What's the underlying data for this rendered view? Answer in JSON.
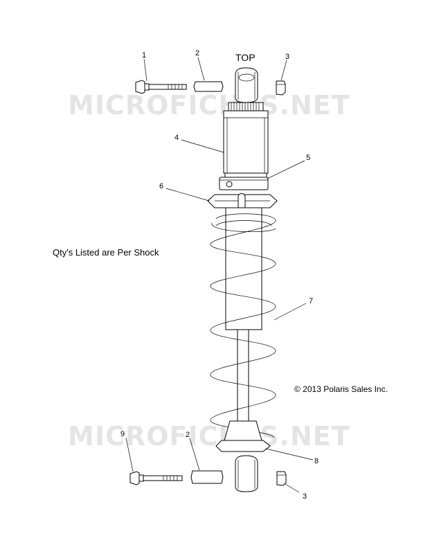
{
  "header": {
    "orientation_label": "TOP"
  },
  "note": "Qty's Listed are Per Shock",
  "copyright": "© 2013 Polaris Sales Inc.",
  "watermark": "MICROFICHES.NET",
  "callouts": {
    "c1": "1",
    "c2a": "2",
    "c3a": "3",
    "c4": "4",
    "c5": "5",
    "c6": "6",
    "c7": "7",
    "c8": "8",
    "c9": "9",
    "c2b": "2",
    "c3b": "3"
  },
  "colors": {
    "line": "#000000",
    "background": "#ffffff",
    "watermark": "#dcdcdc"
  }
}
